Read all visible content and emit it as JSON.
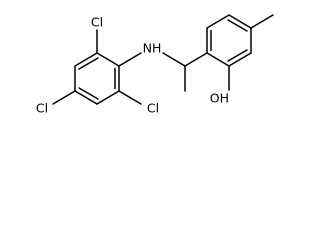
{
  "molecule": {
    "atom_labels": {
      "cl_top": "Cl",
      "cl_left": "Cl",
      "cl_bottom": "Cl",
      "amine": "NH",
      "hydroxyl": "OH"
    }
  }
}
